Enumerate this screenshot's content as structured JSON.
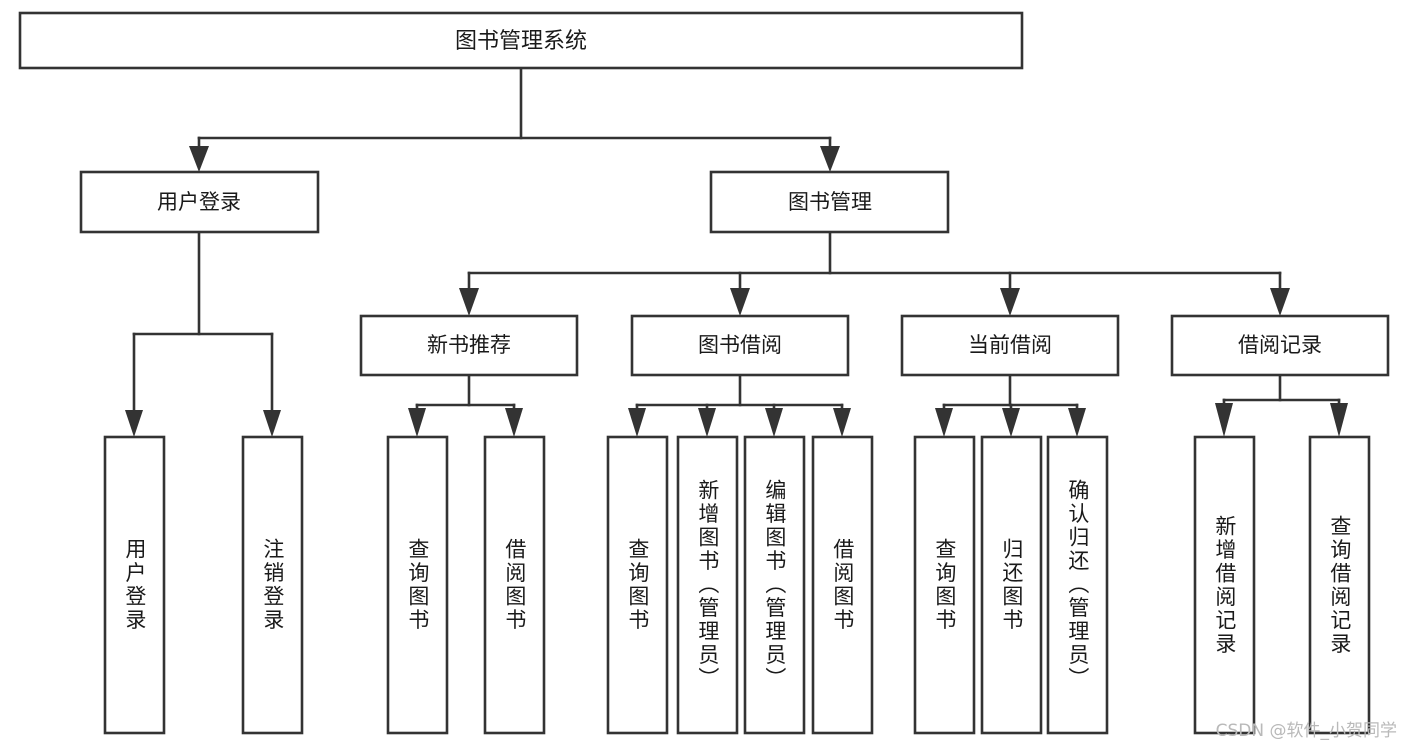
{
  "diagram": {
    "type": "tree-hierarchy",
    "title": "图书管理系统",
    "orientation": "top-down",
    "colors": {
      "box_stroke": "#333333",
      "box_fill": "#ffffff",
      "text": "#1a1a1a",
      "background": "#ffffff",
      "watermark": "#b9b9b9"
    },
    "levels": [
      {
        "level": 1,
        "nodes": [
          {
            "id": "root",
            "label": "图书管理系统",
            "orientation": "horizontal"
          }
        ]
      },
      {
        "level": 2,
        "nodes": [
          {
            "id": "login",
            "label": "用户登录",
            "orientation": "horizontal",
            "parent": "root"
          },
          {
            "id": "bookmgmt",
            "label": "图书管理",
            "orientation": "horizontal",
            "parent": "root"
          }
        ]
      },
      {
        "level": 3,
        "nodes": [
          {
            "id": "newbook",
            "label": "新书推荐",
            "orientation": "horizontal",
            "parent": "bookmgmt"
          },
          {
            "id": "borrow",
            "label": "图书借阅",
            "orientation": "horizontal",
            "parent": "bookmgmt"
          },
          {
            "id": "current",
            "label": "当前借阅",
            "orientation": "horizontal",
            "parent": "bookmgmt"
          },
          {
            "id": "record",
            "label": "借阅记录",
            "orientation": "horizontal",
            "parent": "bookmgmt"
          }
        ]
      },
      {
        "level": 4,
        "nodes": [
          {
            "id": "leaf-user-login",
            "label": "用户登录",
            "orientation": "vertical",
            "parent": "login"
          },
          {
            "id": "leaf-user-logout",
            "label": "注销登录",
            "orientation": "vertical",
            "parent": "login"
          },
          {
            "id": "leaf-query-book-new",
            "label": "查询图书",
            "orientation": "vertical",
            "parent": "newbook"
          },
          {
            "id": "leaf-borrow-book-new",
            "label": "借阅图书",
            "orientation": "vertical",
            "parent": "newbook"
          },
          {
            "id": "leaf-query-book-borrow",
            "label": "查询图书",
            "orientation": "vertical",
            "parent": "borrow"
          },
          {
            "id": "leaf-add-book",
            "label": "新增图书（管理员）",
            "orientation": "vertical",
            "parent": "borrow"
          },
          {
            "id": "leaf-edit-book",
            "label": "编辑图书（管理员）",
            "orientation": "vertical",
            "parent": "borrow"
          },
          {
            "id": "leaf-borrow-book",
            "label": "借阅图书",
            "orientation": "vertical",
            "parent": "borrow"
          },
          {
            "id": "leaf-query-book-current",
            "label": "查询图书",
            "orientation": "vertical",
            "parent": "current"
          },
          {
            "id": "leaf-return-book",
            "label": "归还图书",
            "orientation": "vertical",
            "parent": "current"
          },
          {
            "id": "leaf-confirm-return",
            "label": "确认归还（管理员）",
            "orientation": "vertical",
            "parent": "current"
          },
          {
            "id": "leaf-add-record",
            "label": "新增借阅记录",
            "orientation": "vertical",
            "parent": "record"
          },
          {
            "id": "leaf-query-record",
            "label": "查询借阅记录",
            "orientation": "vertical",
            "parent": "record"
          }
        ]
      }
    ]
  },
  "watermark": {
    "text": "CSDN @软件_小贺同学"
  }
}
